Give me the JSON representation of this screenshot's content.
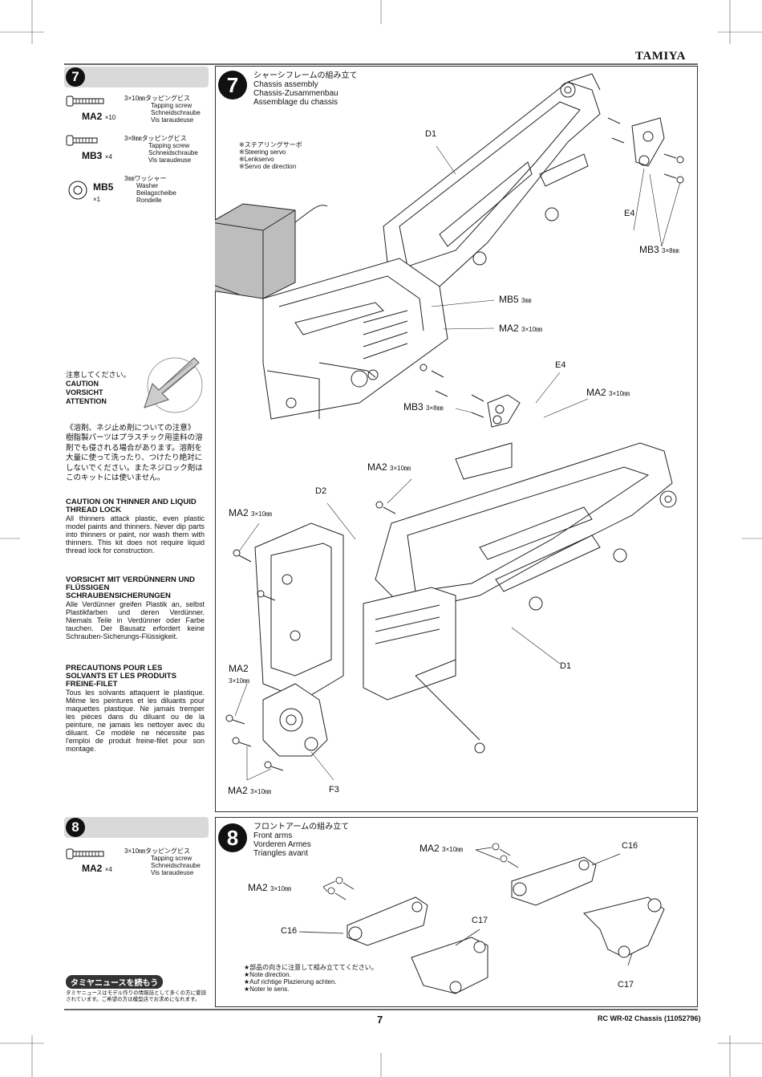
{
  "brand": "TAMIYA",
  "page_number": "7",
  "footer_code": "RC WR-02 Chassis (11052796)",
  "step7": {
    "number": "7",
    "title_jp": "シャーシフレームの組み立て",
    "title_en": "Chassis assembly",
    "title_de": "Chassis-Zusammenbau",
    "title_fr": "Assemblage du chassis",
    "servo_note": [
      "※ステアリングサーボ",
      "※Steering servo",
      "※Lenkservo",
      "※Servo de direction"
    ],
    "parts": [
      {
        "code": "MA2",
        "qty": "×10",
        "desc": [
          "3×10㎜タッピングビス",
          "Tapping screw",
          "Schneidschraube",
          "Vis taraudeuse"
        ]
      },
      {
        "code": "MB3",
        "qty": "×4",
        "desc": [
          "3×8㎜タッピングビス",
          "Tapping screw",
          "Schneidschraube",
          "Vis taraudeuse"
        ]
      },
      {
        "code": "MB5",
        "qty": "×1",
        "desc": [
          "3㎜ワッシャー",
          "Washer",
          "Beilagscheibe",
          "Rondelle"
        ]
      }
    ],
    "labels": {
      "d1_top": "D1",
      "e4_top": "E4",
      "mb3_top": "MB3",
      "mb3_top_size": "3×8㎜",
      "mb5": "MB5",
      "mb5_size": "3㎜",
      "ma2_a": "MA2",
      "ma2_a_size": "3×10㎜",
      "e4_mid": "E4",
      "ma2_b": "MA2",
      "ma2_b_size": "3×10㎜",
      "mb3_mid": "MB3",
      "mb3_mid_size": "3×8㎜",
      "ma2_c": "MA2",
      "ma2_c_size": "3×10㎜",
      "d2": "D2",
      "ma2_d": "MA2",
      "ma2_d_size": "3×10㎜",
      "ma2_e": "MA2",
      "ma2_e_size": "3×10㎜",
      "d1_bottom": "D1",
      "ma2_f": "MA2",
      "ma2_f_size": "3×10㎜",
      "f3": "F3"
    }
  },
  "caution": {
    "jp": "注意してください。",
    "en": "CAUTION",
    "de": "VORSICHT",
    "fr": "ATTENTION",
    "jp_head": "《溶剤、ネジ止め剤についての注意》",
    "jp_body": "樹脂製パーツはプラスチック用塗料の溶剤でも侵される場合があります。溶剤を大量に使って洗ったり、つけたり絶対にしないでください。またネジロック剤はこのキットには使いません。",
    "en_head": "CAUTION ON THINNER AND LIQUID THREAD LOCK",
    "en_body": "All thinners attack plastic, even plastic model paints and thinners. Never dip parts into thinners or paint, nor wash them with thinners. This kit does not require liquid thread lock for construction.",
    "de_head": "VORSICHT MIT VERDÜNNERN UND FLÜSSIGEN SCHRAUBENSICHERUNGEN",
    "de_body": "Alle Verdünner greifen Plastik an, selbst Plastikfarben und deren Verdünner. Niemals Teile in Verdünner oder Farbe tauchen. Der Bausatz erfordert keine Schrauben-Sicherungs-Flüssigkeit.",
    "fr_head": "PRECAUTIONS POUR LES SOLVANTS ET LES PRODUITS FREINE-FILET",
    "fr_body": "Tous les solvants attaquent le plastique. Même les peintures et les diluants pour maquettes plastique. Ne jamais tremper les pièces dans du diluant ou de la peinture, ne jamais les nettoyer avec du diluant. Ce modèle ne nécessite pas l'emploi de produit freine-filet pour son montage."
  },
  "step8": {
    "number": "8",
    "title_jp": "フロントアームの組み立て",
    "title_en": "Front arms",
    "title_de": "Vorderen Armes",
    "title_fr": "Triangles avant",
    "parts": [
      {
        "code": "MA2",
        "qty": "×4",
        "desc": [
          "3×10㎜タッピングビス",
          "Tapping screw",
          "Schneidschraube",
          "Vis taraudeuse"
        ]
      }
    ],
    "labels": {
      "ma2_a": "MA2",
      "ma2_a_size": "3×10㎜",
      "c16_a": "C16",
      "ma2_b": "MA2",
      "ma2_b_size": "3×10㎜",
      "c16_b": "C16",
      "c17_a": "C17",
      "c17_b": "C17"
    },
    "note": [
      "★部品の向きに注意して組み立ててください。",
      "★Note direction.",
      "★Auf richtige Plazierung achten.",
      "★Noter le sens."
    ]
  },
  "news": {
    "title": "タミヤニュースを読もう",
    "body": "タミヤニュースはモデル作りの情報誌として多くの方に愛読されています。ご希望の方は模型店でお求めになれます。"
  }
}
